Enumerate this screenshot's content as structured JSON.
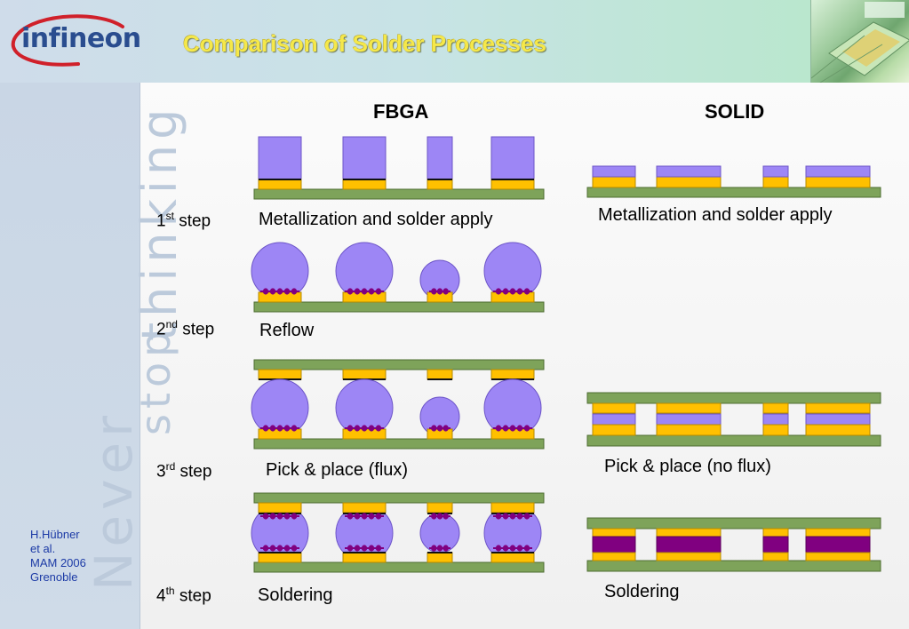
{
  "logo": {
    "text": "infineon"
  },
  "slide": {
    "title": "Comparison of Solder Processes"
  },
  "watermark": {
    "line1": "Never",
    "line2": "stop",
    "line3": "thinking"
  },
  "credit": {
    "lines": [
      "H.Hübner",
      "et al.",
      "MAM 2006",
      "Grenoble"
    ]
  },
  "columns": {
    "left": "FBGA",
    "right": "SOLID"
  },
  "steps": [
    {
      "num": "1",
      "suffix": "st",
      "word": "step",
      "left_caption": "Metallization and solder apply",
      "right_caption": "Metallization and solder apply"
    },
    {
      "num": "2",
      "suffix": "nd",
      "word": "step",
      "left_caption": "Reflow",
      "right_caption": ""
    },
    {
      "num": "3",
      "suffix": "rd",
      "word": "step",
      "left_caption": "Pick & place (flux)",
      "right_caption": "Pick & place (no flux)"
    },
    {
      "num": "4",
      "suffix": "th",
      "word": "step",
      "left_caption": "Soldering",
      "right_caption": "Soldering"
    }
  ],
  "colors": {
    "substrate": "#7ea35a",
    "substrate_edge": "#4f6e33",
    "solder": "#ffc000",
    "metal": "#9d86f5",
    "metal_edge": "#6d55c8",
    "intermetallic": "#800080",
    "title": "#f5e84a",
    "credit": "#1c3aa6"
  }
}
